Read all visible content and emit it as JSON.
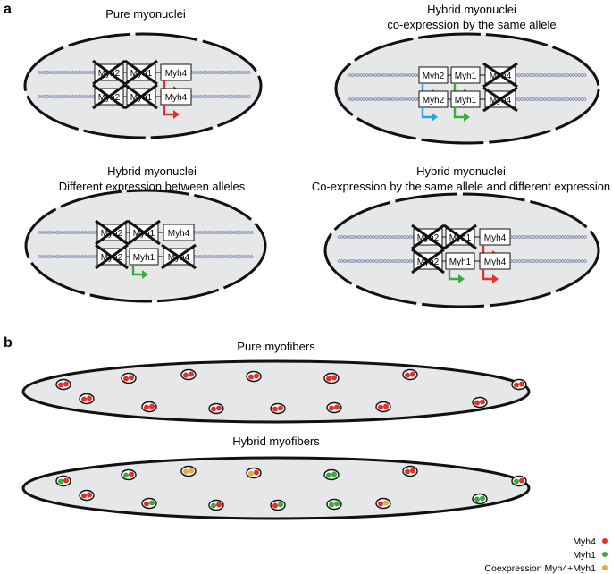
{
  "panel_a": {
    "letter": "a",
    "cells": [
      {
        "title_lines": [
          "Pure myonuclei"
        ],
        "alleles": [
          [
            {
              "label": "Myh2",
              "crossed": true
            },
            {
              "label": "Myh1",
              "crossed": true
            },
            {
              "label": "Myh4",
              "crossed": false,
              "arrow": "red"
            }
          ],
          [
            {
              "label": "Myh2",
              "crossed": true
            },
            {
              "label": "Myh1",
              "crossed": true
            },
            {
              "label": "Myh4",
              "crossed": false,
              "arrow": "red"
            }
          ]
        ]
      },
      {
        "title_lines": [
          "Hybrid myonuclei",
          "co-expression by the same allele"
        ],
        "alleles": [
          [
            {
              "label": "Myh2",
              "crossed": false,
              "arrow": "blue"
            },
            {
              "label": "Myh1",
              "crossed": false,
              "arrow": "green"
            },
            {
              "label": "Myh4",
              "crossed": true
            }
          ],
          [
            {
              "label": "Myh2",
              "crossed": false,
              "arrow": "blue"
            },
            {
              "label": "Myh1",
              "crossed": false,
              "arrow": "green"
            },
            {
              "label": "Myh4",
              "crossed": true
            }
          ]
        ]
      },
      {
        "title_lines": [
          "Hybrid myonuclei",
          "Different expression between alleles"
        ],
        "alleles": [
          [
            {
              "label": "Myh2",
              "crossed": true
            },
            {
              "label": "Myh1",
              "crossed": true
            },
            {
              "label": "Myh4",
              "crossed": false
            }
          ],
          [
            {
              "label": "Myh2",
              "crossed": true
            },
            {
              "label": "Myh1",
              "crossed": false,
              "arrow": "green"
            },
            {
              "label": "Myh4",
              "crossed": true
            }
          ]
        ]
      },
      {
        "title_lines": [
          "Hybrid myonuclei",
          "Co-expression by the same allele and different expression"
        ],
        "alleles": [
          [
            {
              "label": "Myh2",
              "crossed": true
            },
            {
              "label": "Myh1",
              "crossed": true
            },
            {
              "label": "Myh4",
              "crossed": false,
              "arrow": "red"
            }
          ],
          [
            {
              "label": "Myh2",
              "crossed": true
            },
            {
              "label": "Myh1",
              "crossed": false,
              "arrow": "green"
            },
            {
              "label": "Myh4",
              "crossed": false,
              "arrow": "red"
            }
          ]
        ]
      }
    ]
  },
  "panel_b": {
    "letter": "b",
    "fibers": [
      {
        "title": "Pure myofibers",
        "nuclei": [
          [
            "red",
            "red"
          ],
          [
            "red",
            "red"
          ],
          [
            "red",
            "red"
          ],
          [
            "red",
            "red"
          ],
          [
            "red",
            "red"
          ],
          [
            "red",
            "red"
          ],
          [
            "red",
            "red"
          ],
          [
            "red",
            "red"
          ],
          [
            "red",
            "red"
          ],
          [
            "red",
            "red"
          ],
          [
            "red",
            "red"
          ],
          [
            "red",
            "red"
          ],
          [
            "red",
            "red"
          ],
          [
            "red",
            "red"
          ]
        ]
      },
      {
        "title": "Hybrid myofibers",
        "nuclei": [
          [
            "green",
            "red"
          ],
          [
            "green",
            "red"
          ],
          [
            "orange",
            "orange"
          ],
          [
            "orange",
            "red"
          ],
          [
            "green",
            "green"
          ],
          [
            "red",
            "red"
          ],
          [
            "green",
            "red"
          ],
          [
            "red",
            "red"
          ],
          [
            "red",
            "green"
          ],
          [
            "green",
            "red"
          ],
          [
            "red",
            "green"
          ],
          [
            "green",
            "green"
          ],
          [
            "red",
            "orange"
          ],
          [
            "green",
            "green"
          ]
        ]
      }
    ],
    "legend": [
      {
        "label": "Myh4",
        "color": "red"
      },
      {
        "label": "Myh1",
        "color": "green"
      },
      {
        "label": "Coexpression Myh4+Myh1",
        "color": "orange"
      }
    ]
  },
  "colors": {
    "red": "#e2312b",
    "green": "#3bab3a",
    "blue": "#2ea3dc",
    "orange": "#f3a73b",
    "cell_fill": "#e6e7e8",
    "dna": "#8a8fb6"
  }
}
